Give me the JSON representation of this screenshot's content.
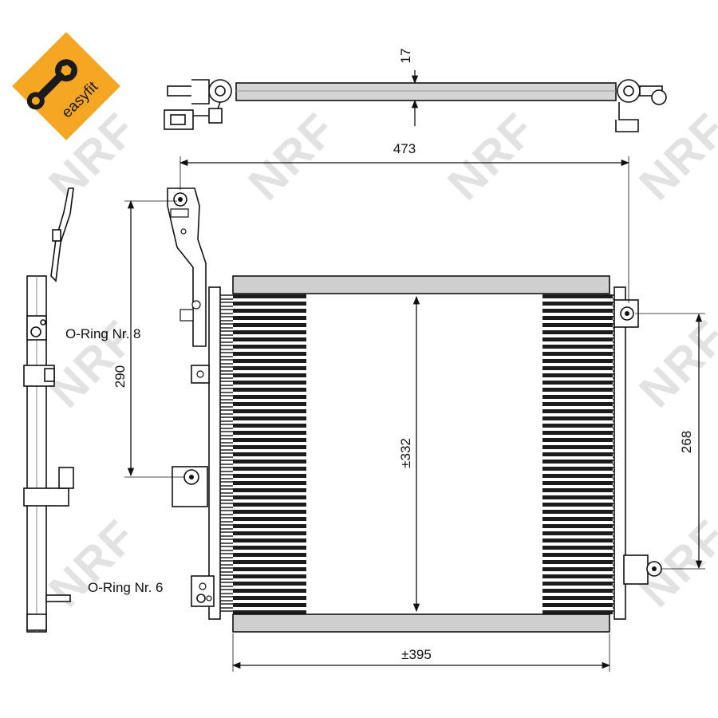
{
  "badge": {
    "text": "easyfit",
    "color": "#f5a623",
    "icon": "wrench-icon"
  },
  "watermark": {
    "text": "NRF",
    "color": "#e2e2e2"
  },
  "dimensions": {
    "top_thickness": "17",
    "overall_width": "473",
    "left_bracket_spacing": "290",
    "core_height": "±332",
    "right_bracket_spacing": "268",
    "core_width": "±395"
  },
  "labels": {
    "oring_upper": "O-Ring Nr. 8",
    "oring_lower": "O-Ring Nr. 6"
  }
}
